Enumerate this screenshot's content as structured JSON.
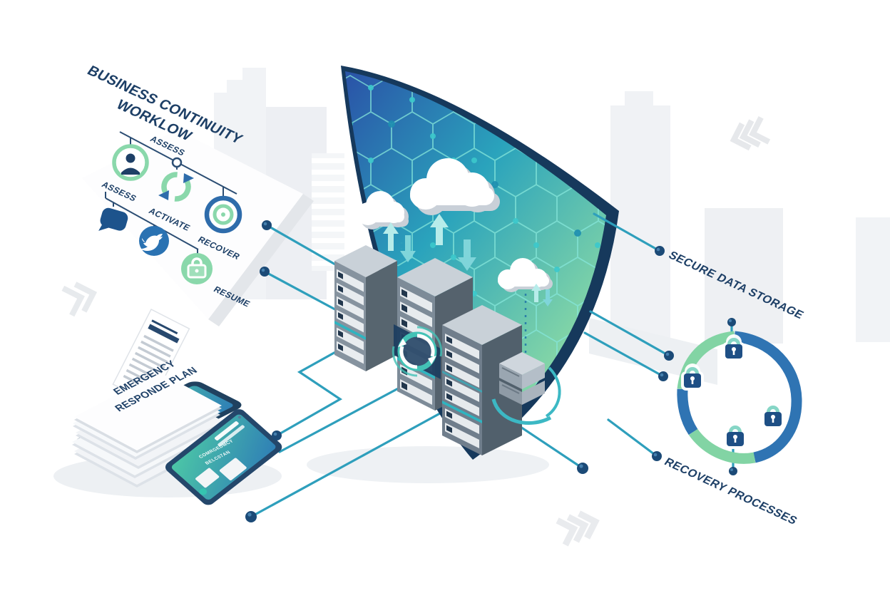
{
  "illustration": {
    "title": {
      "line1": "BUSINESS CONTINUITY",
      "line2": "WORKLOW"
    },
    "workflow": {
      "labels": {
        "assess_top": "ASSESS",
        "assess_left": "ASSESS",
        "activate": "ACTIVATE",
        "recover": "RECOVER",
        "resume": "RESUME"
      },
      "icons": [
        "person",
        "sync-cycle",
        "target",
        "speech-bubble",
        "twitter-bird",
        "padlock"
      ]
    },
    "left_stack": {
      "line1": "EMERGENCY",
      "line2": "RESPONDE PLAN"
    },
    "tablet": {
      "line1": "COMRGEDMCY",
      "line2": "BELC07AN"
    },
    "right": {
      "secure_label": "SECURE DATA STORAGE",
      "recovery_label": "RECOVERY PROCESSES"
    },
    "colors": {
      "navy_text": "#1d3f66",
      "teal_line": "#2e9fbc",
      "dot_navy": "#1b4a77",
      "shield_blue": "#2b5fae",
      "shield_teal": "#2aa3bc",
      "shield_green": "#8fdca4",
      "green_accent": "#82d4a4",
      "blue_accent": "#2f74b3"
    }
  }
}
